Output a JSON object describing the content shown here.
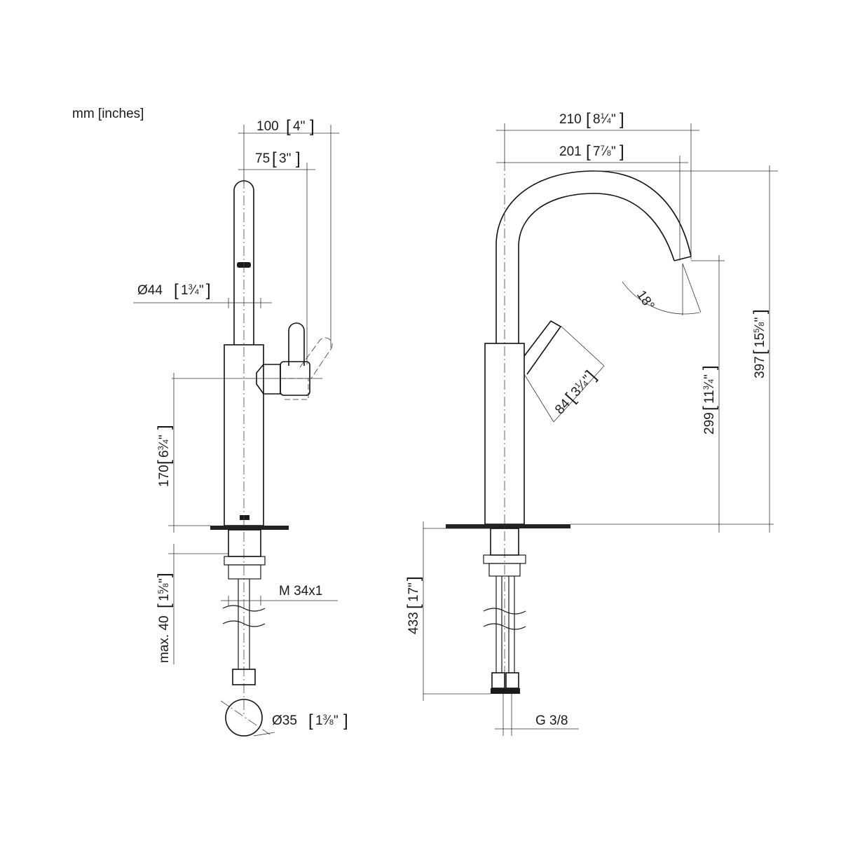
{
  "units_note": "mm [inches]",
  "side_view": {
    "width_total": {
      "mm": "100",
      "in": "4\""
    },
    "width_offset": {
      "mm": "75",
      "in": "3\""
    },
    "diameter_body": {
      "symbol": "Ø",
      "mm": "44",
      "in_whole": "1",
      "in_num": "3",
      "in_den": "4",
      "in_unit": "\""
    },
    "height_handle": {
      "mm": "170",
      "in_whole": "6",
      "in_num": "3",
      "in_den": "4",
      "in_unit": "\""
    },
    "max_mount": {
      "prefix": "max.",
      "mm": "40",
      "in_whole": "1",
      "in_num": "5",
      "in_den": "8",
      "in_unit": "\""
    },
    "thread": "M 34x1",
    "diameter_hole": {
      "symbol": "Ø",
      "mm": "35",
      "in_whole": "1",
      "in_num": "3",
      "in_den": "8",
      "in_unit": "\""
    }
  },
  "front_view": {
    "reach_total": {
      "mm": "210",
      "in_whole": "8",
      "in_num": "1",
      "in_den": "4",
      "in_unit": "\""
    },
    "reach_spout": {
      "mm": "201",
      "in_whole": "7",
      "in_num": "7",
      "in_den": "8",
      "in_unit": "\""
    },
    "angle": "18°",
    "lever": {
      "mm": "84",
      "in_whole": "3",
      "in_num": "1",
      "in_den": "4",
      "in_unit": "\""
    },
    "height_outlet": {
      "mm": "299",
      "in_whole": "11",
      "in_num": "3",
      "in_den": "4",
      "in_unit": "\""
    },
    "height_total": {
      "mm": "397",
      "in_whole": "15",
      "in_num": "5",
      "in_den": "8",
      "in_unit": "\""
    },
    "hose_length": {
      "mm": "433",
      "in": "17\""
    },
    "connection": "G 3/8"
  }
}
